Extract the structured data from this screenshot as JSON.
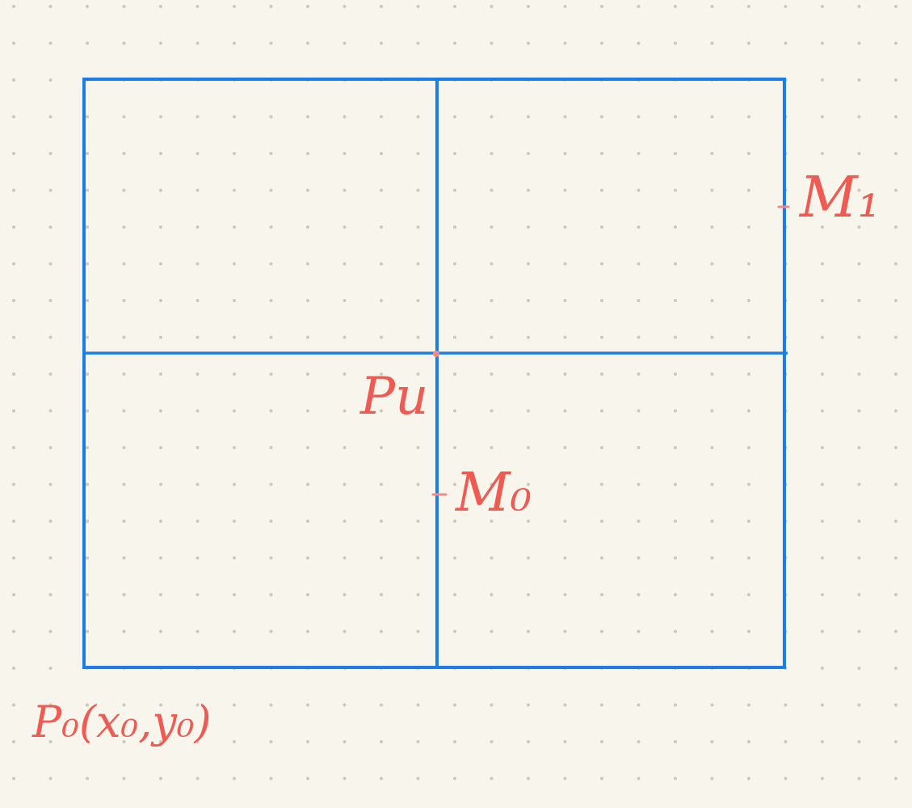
{
  "colors": {
    "background": "#f8f6ec",
    "dots": "#cbc8bd",
    "grid_lines": "#1a7ee8",
    "annotations": "#ef5b52"
  },
  "labels": {
    "origin": "P₀(x₀,y₀)",
    "center_point": "Pu",
    "marker_upper": "M₁",
    "marker_lower": "M₀"
  }
}
